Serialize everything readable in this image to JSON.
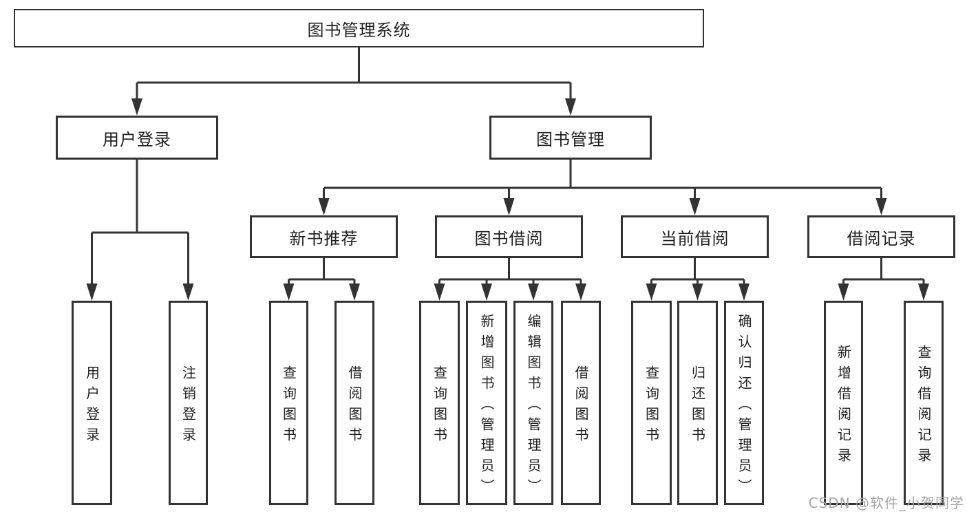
{
  "diagram": {
    "root": {
      "label": "图书管理系统"
    },
    "level2": [
      {
        "label": "用户登录"
      },
      {
        "label": "图书管理"
      }
    ],
    "level3": [
      {
        "label": "新书推荐"
      },
      {
        "label": "图书借阅"
      },
      {
        "label": "当前借阅"
      },
      {
        "label": "借阅记录"
      }
    ],
    "leaves": {
      "user_login": [
        "用户登录",
        "注销登录"
      ],
      "new_book": [
        "查询图书",
        "借阅图书"
      ],
      "book_borrow": [
        "查询图书",
        "新增图书（管理员）",
        "编辑图书（管理员）",
        "借阅图书"
      ],
      "current_borrow": [
        "查询图书",
        "归还图书",
        "确认归还（管理员）"
      ],
      "borrow_record": [
        "新增借阅记录",
        "查询借阅记录"
      ]
    },
    "line_color": "#333333",
    "box_background": "#ffffff",
    "text_color": "#1f1f1f"
  },
  "watermark": {
    "text": "CSDN @软件_小贺同学",
    "color": "#a6a6a6"
  }
}
